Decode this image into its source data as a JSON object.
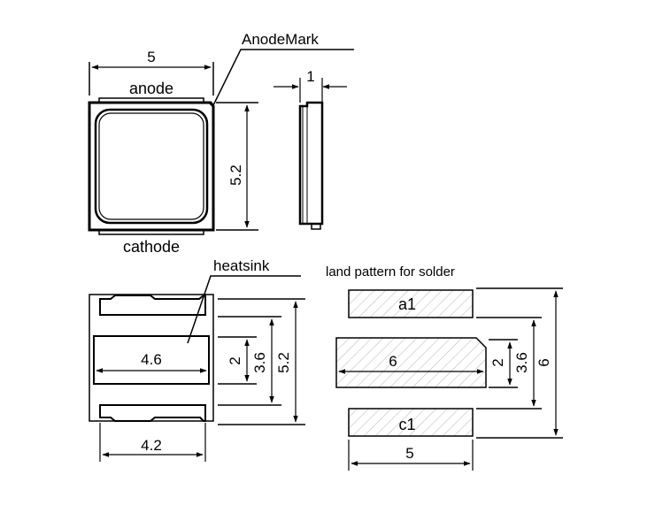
{
  "labels": {
    "anode_mark": "AnodeMark",
    "anode": "anode",
    "cathode": "cathode",
    "heatsink": "heatsink",
    "land_pattern_title": "land pattern for solder",
    "pad_a1": "a1",
    "pad_c1": "c1"
  },
  "dimensions": {
    "top_width": "5",
    "top_height": "5.2",
    "side_thickness": "1",
    "bottom_heatsink_width": "4.6",
    "bottom_pad_width": "4.2",
    "bottom_heatsink_height": "2",
    "bottom_inner_height": "3.6",
    "bottom_total_height": "5.2",
    "land_center_width": "6",
    "land_center_height": "2",
    "land_inner_height": "3.6",
    "land_total_height": "6",
    "land_pad_width": "5"
  }
}
